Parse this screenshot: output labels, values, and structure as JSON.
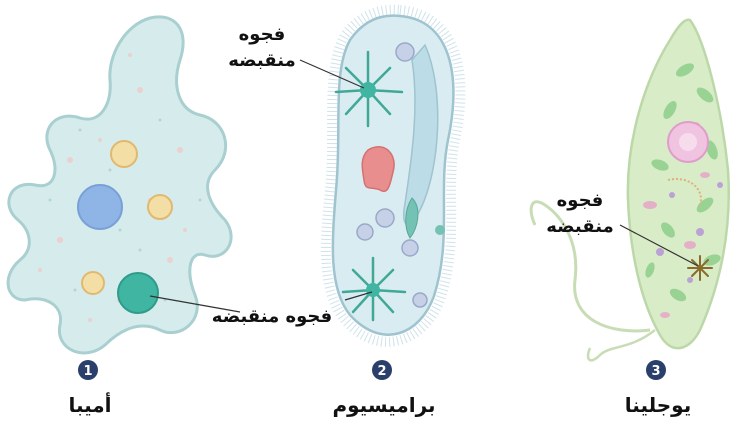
{
  "organisms": [
    {
      "number": "1",
      "name": "أميبا",
      "vacuole_label": "فجوه منقبضه"
    },
    {
      "number": "2",
      "name": "براميسيوم",
      "vacuole_label_line1": "فجوه",
      "vacuole_label_line2": "منقبضه",
      "vacuole_label": "فجوه منقبضه"
    },
    {
      "number": "3",
      "name": "يوجلينا",
      "vacuole_label_line1": "فجوه",
      "vacuole_label_line2": "منقبضه"
    }
  ],
  "colors": {
    "cytoplasm": "#d6ecec",
    "outline": "#a9cfd0",
    "nucleus_blue": "#8fb4e6",
    "contractile_vacuole": "#3fb5a2",
    "badge": "#2a3f6b",
    "euglena_body": "#d9ecc8"
  }
}
